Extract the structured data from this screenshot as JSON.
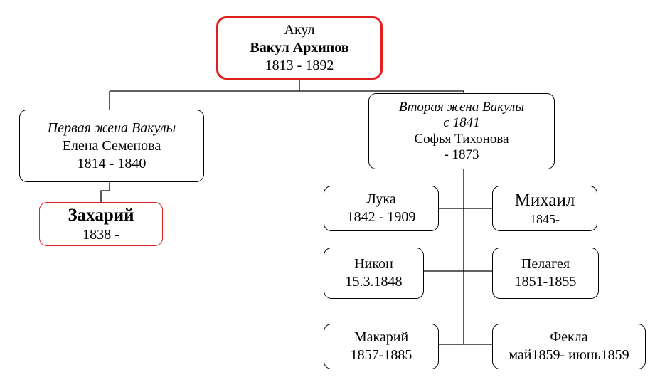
{
  "root": {
    "nickname": "Акул",
    "name": "Вакул Архипов",
    "years": "1813 - 1892"
  },
  "wife1": {
    "label": "Первая жена Вакулы",
    "name": "Елена Семенова",
    "years": "1814 - 1840"
  },
  "wife2": {
    "label": "Вторая жена Вакулы",
    "label_year": "с 1841",
    "name": "Софья Тихонова",
    "years": "- 1873"
  },
  "zakhary": {
    "name": "Захарий",
    "years": "1838 -"
  },
  "luka": {
    "name": "Лука",
    "years": "1842 - 1909"
  },
  "mikhail": {
    "name": "Михаил",
    "years": "1845-"
  },
  "nikon": {
    "name": "Никон",
    "years": "15.3.1848"
  },
  "pelageya": {
    "name": "Пелагея",
    "years": "1851-1855"
  },
  "makary": {
    "name": "Макарий",
    "years": "1857-1885"
  },
  "fekla": {
    "name": "Фекла",
    "years": "май1859- июнь1859"
  },
  "colors": {
    "highlight": "#e0201f",
    "line": "#000000"
  }
}
